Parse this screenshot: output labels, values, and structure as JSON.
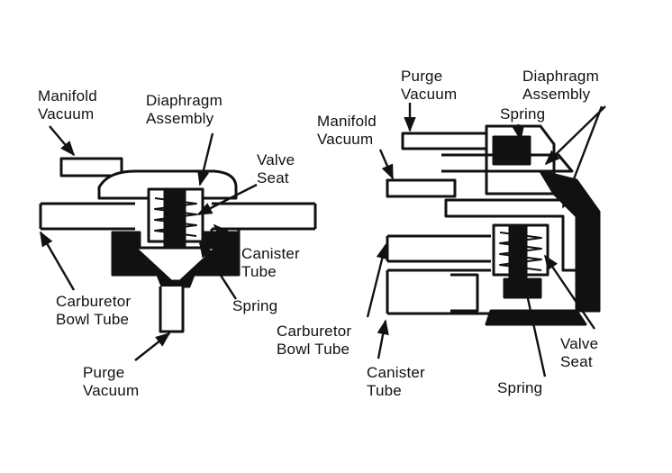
{
  "left_valve": {
    "manifold_vacuum": "Manifold\nVacuum",
    "diaphragm_assembly": "Diaphragm\nAssembly",
    "valve_seat": "Valve\nSeat",
    "canister_tube": "Canister\nTube",
    "spring": "Spring",
    "carburetor_bowl_tube": "Carburetor\nBowl Tube",
    "purge_vacuum": "Purge\nVacuum"
  },
  "right_valve": {
    "purge_vacuum": "Purge\nVacuum",
    "diaphragm_assembly": "Diaphragm\nAssembly",
    "spring_top": "Spring",
    "manifold_vacuum": "Manifold\nVacuum",
    "carburetor_bowl_tube": "Carburetor\nBowl Tube",
    "canister_tube": "Canister\nTube",
    "valve_seat": "Valve\nSeat",
    "spring_bottom": "Spring"
  },
  "colors": {
    "ink": "#111111",
    "paper": "#ffffff"
  }
}
